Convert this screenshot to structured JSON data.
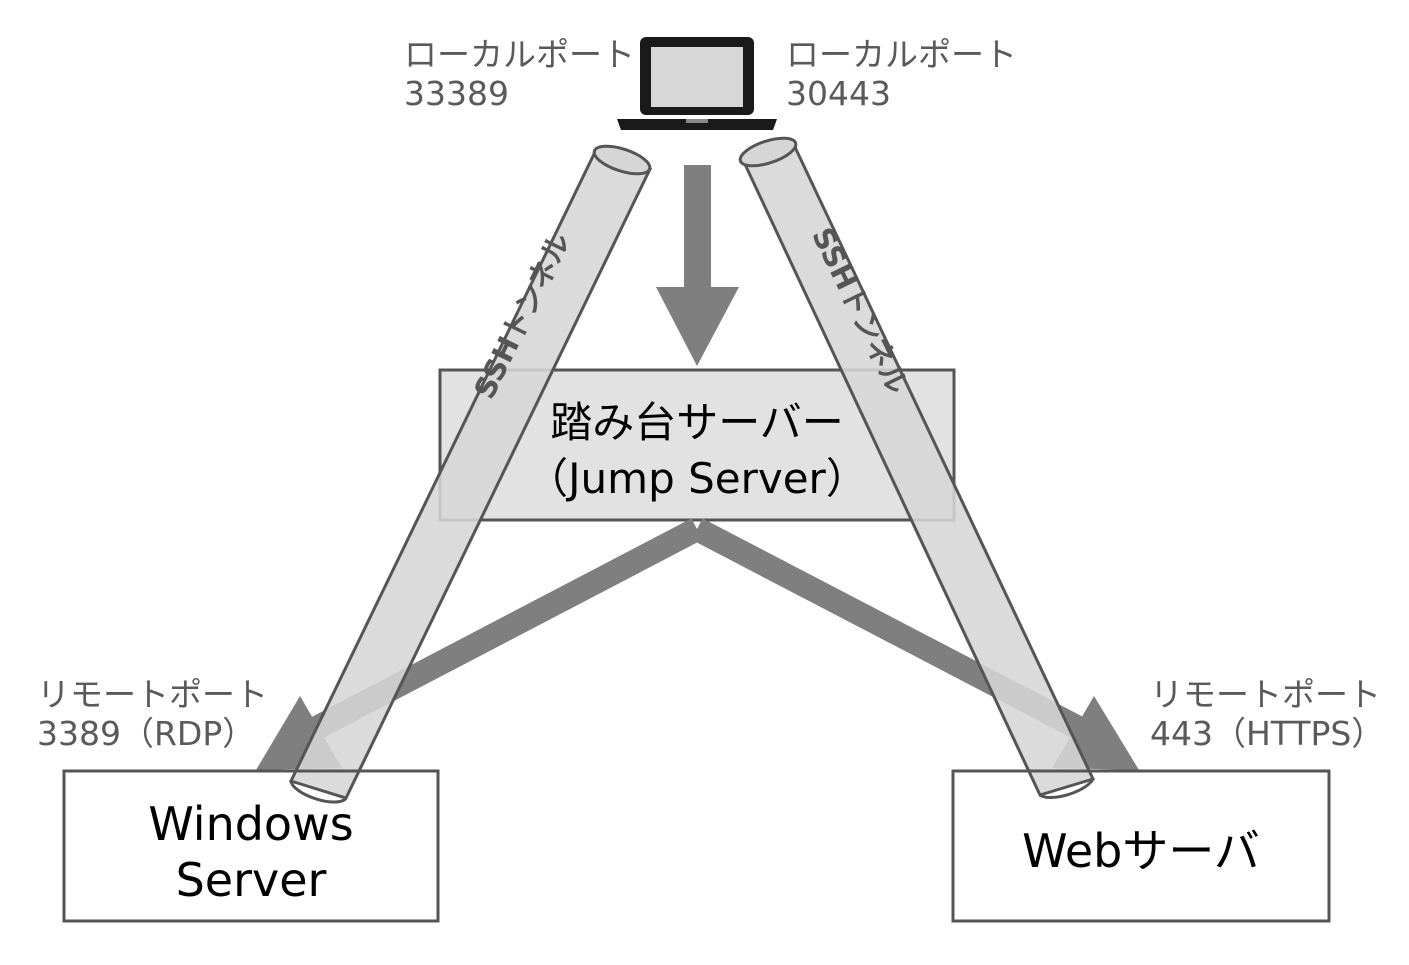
{
  "laptop": {
    "left_port": {
      "caption": "ローカルポート",
      "number": "33389"
    },
    "right_port": {
      "caption": "ローカルポート",
      "number": "30443"
    }
  },
  "jump_server": {
    "line1": "踏み台サーバー",
    "line2": "（Jump Server）"
  },
  "windows_server": {
    "line1": "Windows",
    "line2": "Server",
    "remote_port": {
      "caption": "リモートポート",
      "number": "3389（RDP）"
    }
  },
  "web_server": {
    "label": "Webサーバ",
    "remote_port": {
      "caption": "リモートポート",
      "number": "443（HTTPS）"
    }
  },
  "tunnels": {
    "left": "SSHトンネル",
    "right": "SSHトンネル"
  },
  "colors": {
    "tunnel_fill": "#d6d6d6",
    "tunnel_stroke": "#555555",
    "arrow": "#7f7f7f",
    "box_fill": "#e2e2e2",
    "box_stroke": "#555555",
    "port_text": "#5a5a5a"
  }
}
